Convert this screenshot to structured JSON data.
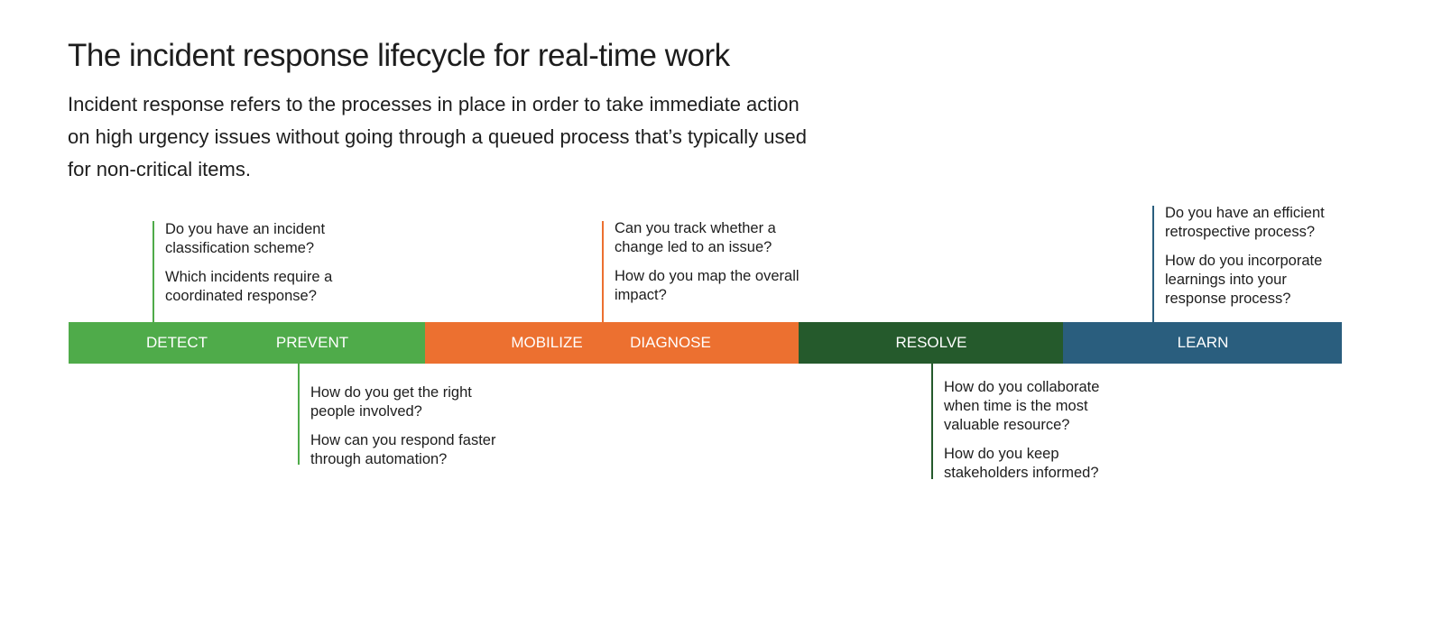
{
  "title": "The incident response lifecycle for real-time work",
  "subtitle": "Incident response refers to the processes in place in order to take immediate action on high urgency issues without going through a queued process that’s typically used for non-critical items.",
  "colors": {
    "green": "#4fab4a",
    "orange": "#ec7030",
    "dark_green": "#255a2c",
    "blue": "#2a5e7e"
  },
  "stages": [
    "DETECT",
    "PREVENT",
    "MOBILIZE",
    "DIAGNOSE",
    "RESOLVE",
    "LEARN"
  ],
  "callouts": {
    "detect": [
      "Do you have an incident classification scheme?",
      "Which incidents require a coordinated response?"
    ],
    "prevent": [
      "How do you get the right people involved?",
      "How can you respond faster through automation?"
    ],
    "diagnose": [
      "Can you track whether a change led to an issue?",
      "How do you map the overall impact?"
    ],
    "resolve": [
      "How do you collaborate when time is the most valuable resource?",
      "How do you keep stakeholders informed?"
    ],
    "learn": [
      "Do you have an efficient retrospective process?",
      "How do you incorporate learnings into your response process?"
    ]
  }
}
